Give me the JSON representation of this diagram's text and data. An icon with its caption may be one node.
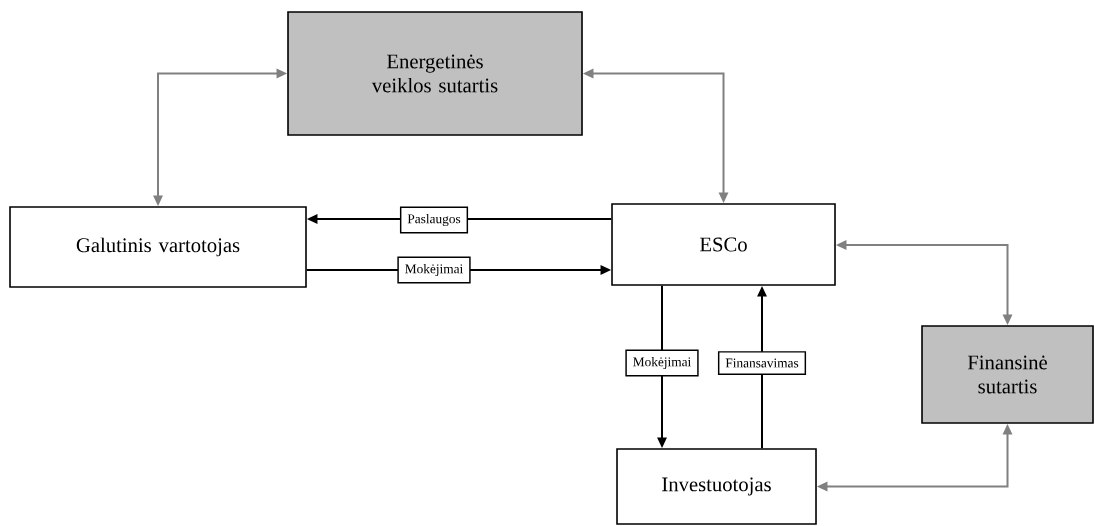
{
  "diagram": {
    "nodes": [
      {
        "text": [
          "Energetinės veiklos sutartis"
        ]
      },
      {
        "text": [
          "Galutinis vartotojas"
        ]
      },
      {
        "text": [
          "ESCo"
        ]
      },
      {
        "text": [
          "Finansinė sutartis"
        ]
      },
      {
        "text": [
          "Investuotojas"
        ]
      }
    ],
    "edges": [
      {
        "from": 1,
        "to": 0,
        "arrow": "both",
        "color": "#808080"
      },
      {
        "from": 2,
        "to": 0,
        "arrow": "both",
        "color": "#808080"
      },
      {
        "from": 2,
        "to": 1,
        "arrow": "to",
        "label": "Paslaugos",
        "color": "#000000"
      },
      {
        "from": 1,
        "to": 2,
        "arrow": "to",
        "label": "Mokėjimai",
        "color": "#000000"
      },
      {
        "from": 2,
        "to": 4,
        "arrow": "to",
        "label": "Mokėjimai",
        "color": "#000000"
      },
      {
        "from": 4,
        "to": 2,
        "arrow": "to",
        "label": "Finansavimas",
        "color": "#000000"
      },
      {
        "from": 2,
        "to": 3,
        "arrow": "both",
        "color": "#808080"
      },
      {
        "from": 4,
        "to": 3,
        "arrow": "both",
        "color": "#808080"
      }
    ]
  }
}
